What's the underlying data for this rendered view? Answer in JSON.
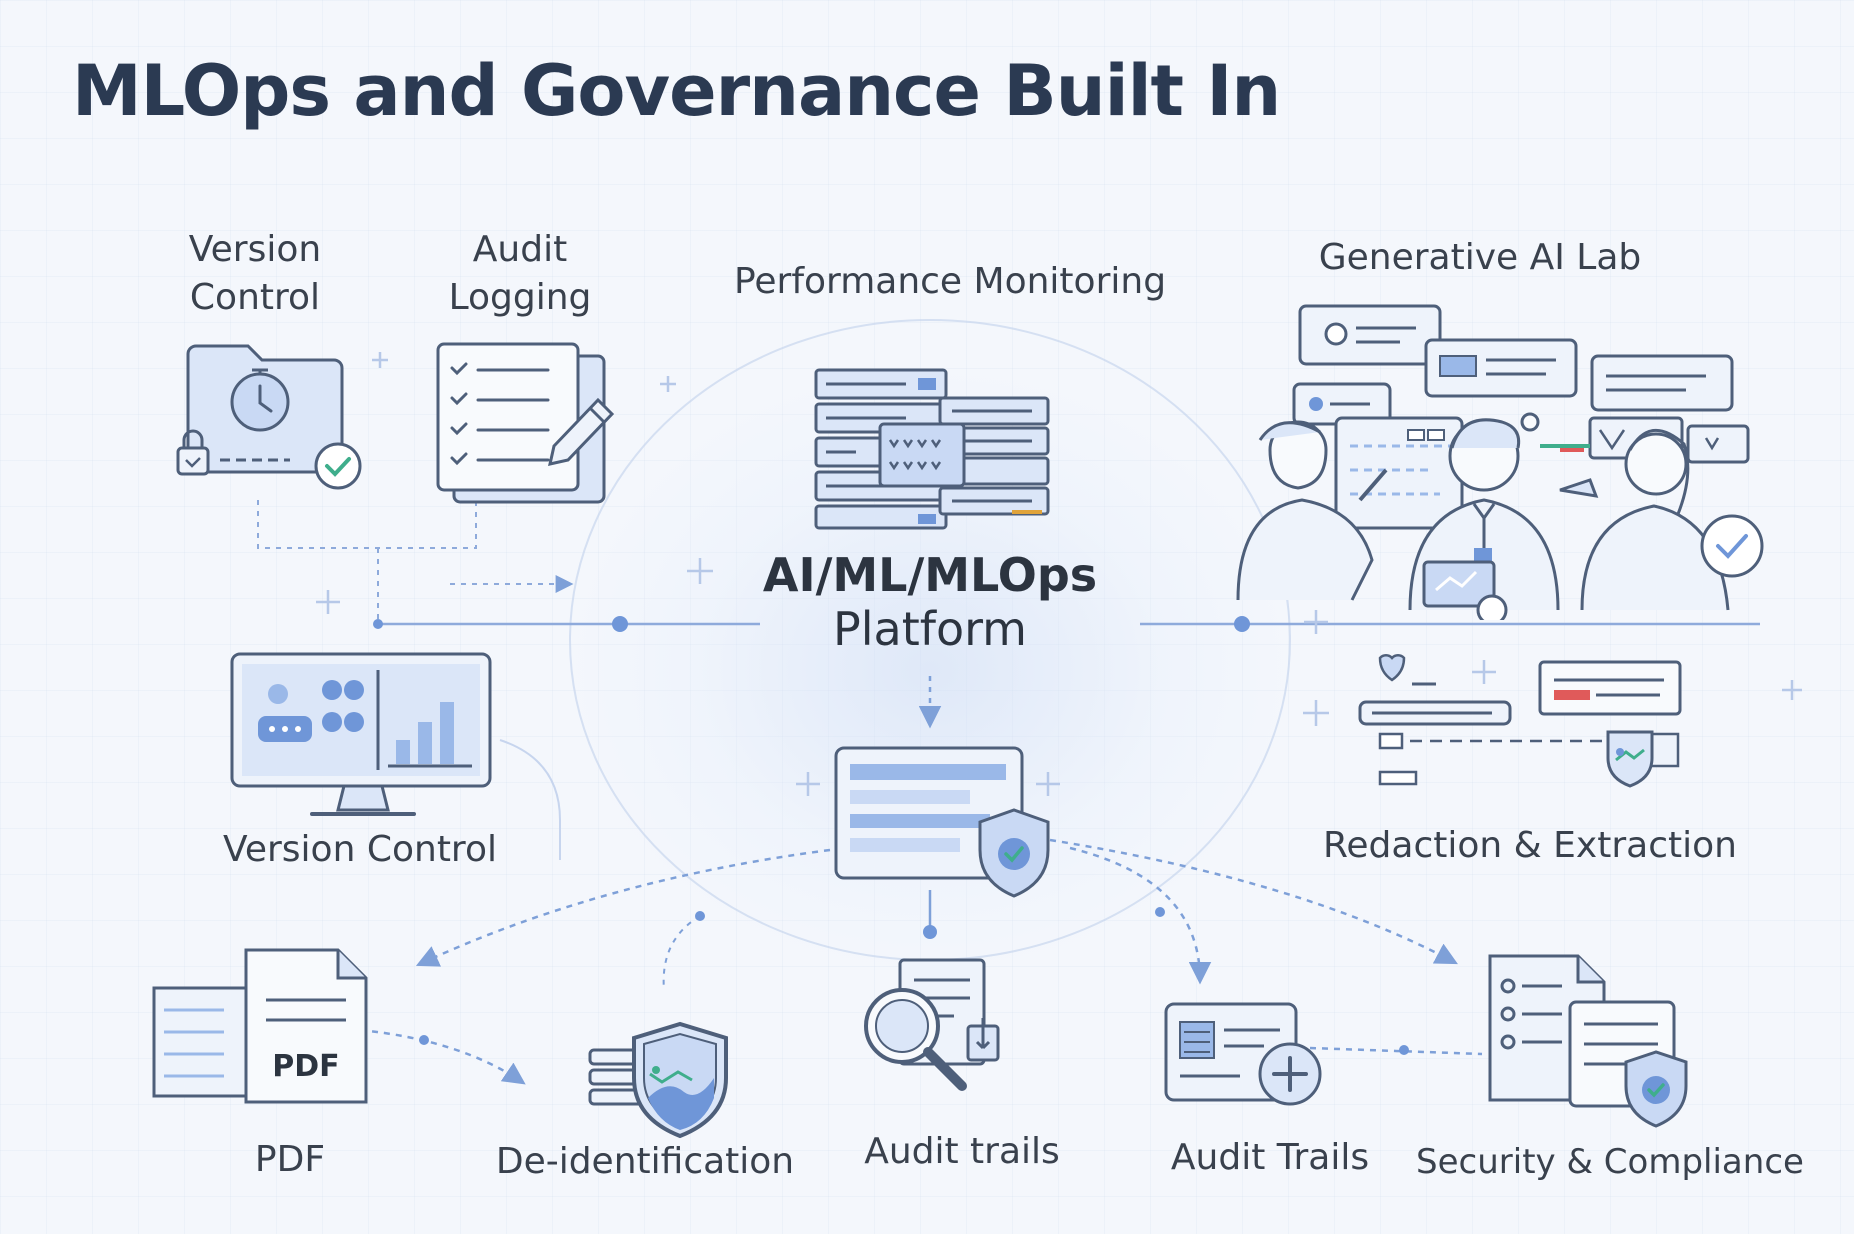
{
  "title": "MLOps and Governance Built In",
  "hub": {
    "line1": "AI/ML/MLOps",
    "line2": "Platform"
  },
  "nodes": {
    "version_control_top": "Version\nControl",
    "audit_logging": "Audit\nLogging",
    "performance_monitoring": "Performance Monitoring",
    "generative_ai_lab": "Generative AI Lab",
    "version_control": "Version Control",
    "redaction_extraction": "Redaction & Extraction",
    "pdf": "PDF",
    "de_identification": "De-identification",
    "audit_trails_lower": "Audit trails",
    "audit_trails_upper": "Audit Trails",
    "security_compliance": "Security & Compliance"
  },
  "icons": {
    "pdf_badge": "PDF"
  },
  "colors": {
    "title": "#2b3a52",
    "accent": "#6f96d8",
    "accent_light": "#dbe6f8",
    "stroke": "#4e5f7a",
    "success": "#3fae8c",
    "warning": "#e0a33a",
    "danger": "#e05a5a"
  }
}
